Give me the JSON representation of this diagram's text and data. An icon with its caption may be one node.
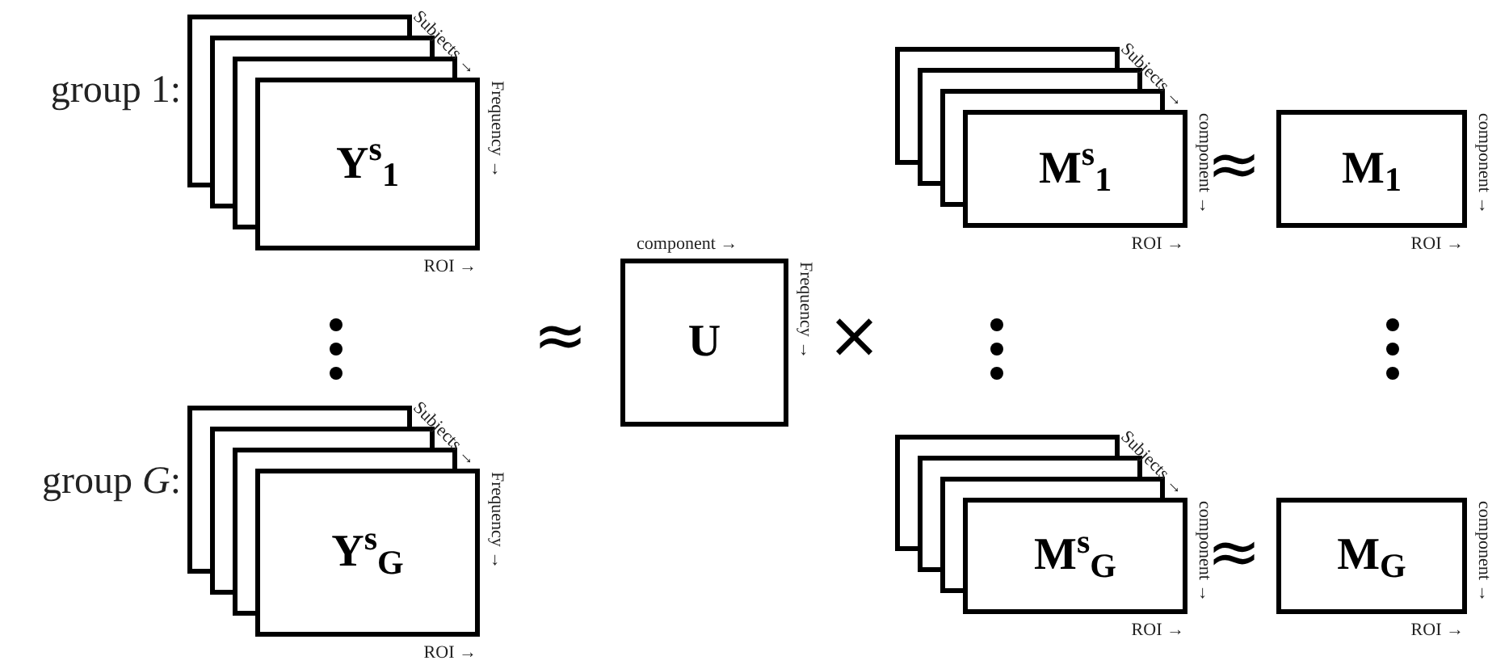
{
  "diagram": {
    "nodes": [
      {
        "text": [
          "Y$^{s}$$_{1}$"
        ],
        "beside": [
          "group 1:",
          "Subjects →",
          "Frequency →",
          "ROI →"
        ]
      },
      {
        "text": [
          "Y$^{s}$$_{G}$"
        ],
        "beside": [
          "group *G*:",
          "Subjects →",
          "Frequency →",
          "ROI →"
        ]
      },
      {
        "text": [
          "U"
        ],
        "beside": [
          "component →",
          "Frequency →"
        ]
      },
      {
        "text": [
          "M$^{s}$$_{1}$"
        ],
        "beside": [
          "Subjects →",
          "component →",
          "ROI →"
        ]
      },
      {
        "text": [
          "M$^{s}$$_{G}$"
        ],
        "beside": [
          "Subjects →",
          "component →",
          "ROI →"
        ]
      },
      {
        "text": [
          "M$_{1}$"
        ],
        "beside": [
          "component →",
          "ROI →"
        ]
      },
      {
        "text": [
          "M$_{G}$"
        ],
        "beside": [
          "component →",
          "ROI →"
        ]
      }
    ],
    "edges": [],
    "labels": [
      "≈",
      "×",
      "≈",
      "≈"
    ]
  }
}
